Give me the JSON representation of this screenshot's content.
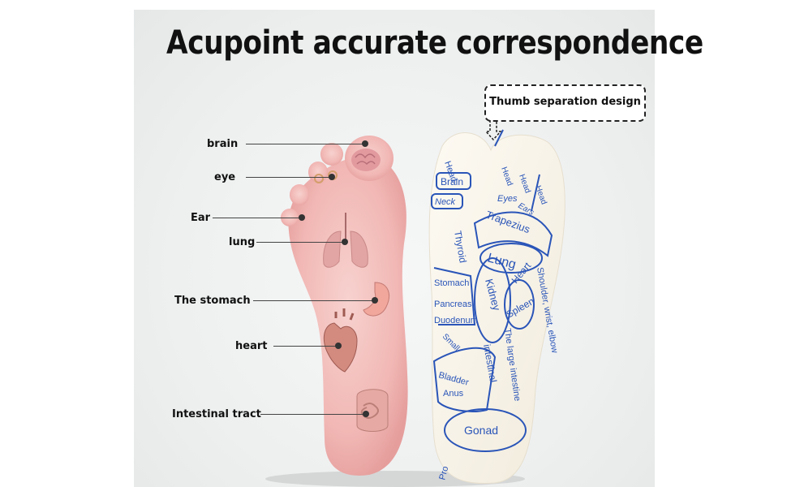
{
  "title": "Acupoint accurate correspondence",
  "callout": "Thumb separation design",
  "foot_labels": {
    "brain": "brain",
    "eye": "eye",
    "ear": "Ear",
    "lung": "lung",
    "stomach": "The stomach",
    "heart": "heart",
    "intestinal": "Intestinal tract"
  },
  "sock_labels": {
    "head_big": "Head",
    "brain": "Brain",
    "neck": "Neck",
    "head1": "Head",
    "head2": "Head",
    "head3": "Head",
    "eyes": "Eyes",
    "ears": "Ears",
    "trapezius": "Trapezius",
    "thyroid": "Thyroid",
    "lung": "Lung",
    "stomach": "Stomach",
    "pancreas": "Pancreas",
    "duodenum": "Duodenum",
    "kidney": "Kidney",
    "heart": "Heart",
    "spleen": "Spleen",
    "shoulder": "Shoulder, wrist, elbow",
    "small": "Small",
    "intestinal": "intestinal",
    "large_intestine": "The large intestine",
    "bladder": "Bladder",
    "anus": "Anus",
    "gonad": "Gonad",
    "pro": "Pro"
  },
  "colors": {
    "sock_ink": "#2a55b8",
    "foot_skin": "#f4c2c0",
    "sock_fabric": "#fbf7ee"
  }
}
